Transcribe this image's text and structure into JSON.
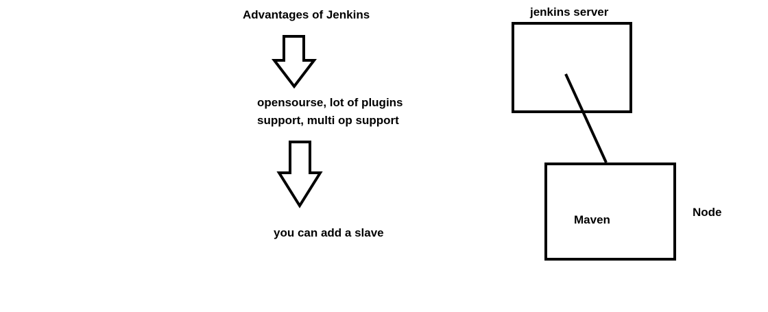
{
  "left_flow": {
    "title": "Advantages of Jenkins",
    "features_line_1": "opensourse, lot of plugins",
    "features_line_2": "support, multi op support",
    "result": "you can add a slave"
  },
  "right_diagram": {
    "server_label": "jenkins server",
    "node_box_label": "Maven",
    "node_label": "Node"
  },
  "colors": {
    "stroke": "#000000",
    "background": "#ffffff"
  }
}
